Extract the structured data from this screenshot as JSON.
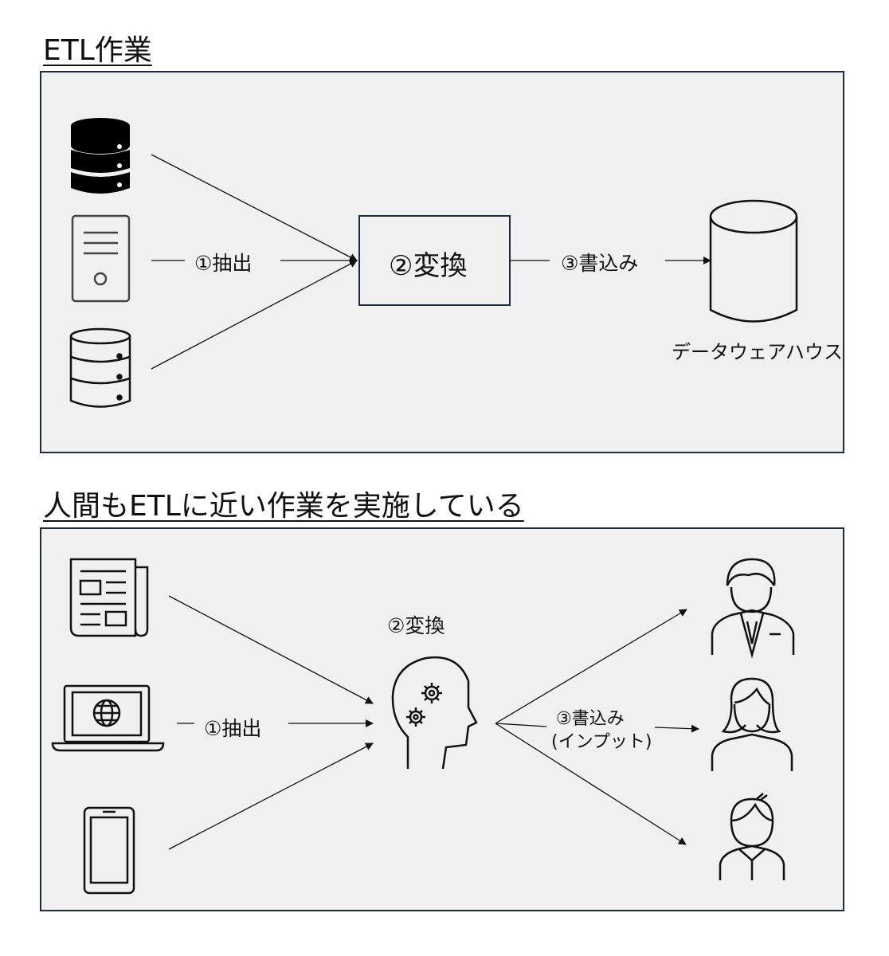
{
  "section1": {
    "title": "ETL作業",
    "extract_label": "①抽出",
    "transform_label": "②変換",
    "load_label": "③書込み",
    "warehouse_label": "データウェアハウス",
    "icons": [
      "database-dark-icon",
      "server-tower-icon",
      "database-outline-icon",
      "warehouse-cylinder-icon"
    ]
  },
  "section2": {
    "title": "人間もETLに近い作業を実施している",
    "extract_label": "①抽出",
    "transform_label": "②変換",
    "load_label": "③書込み",
    "load_sub_label": "(インプット)",
    "icons": [
      "newspaper-icon",
      "laptop-globe-icon",
      "smartphone-icon",
      "brain-gears-icon",
      "businessman-icon",
      "woman-icon",
      "young-man-icon"
    ]
  },
  "colors": {
    "panel_bg": "#f0f0f0",
    "panel_border": "#1f2a3c",
    "ink": "#111111"
  }
}
